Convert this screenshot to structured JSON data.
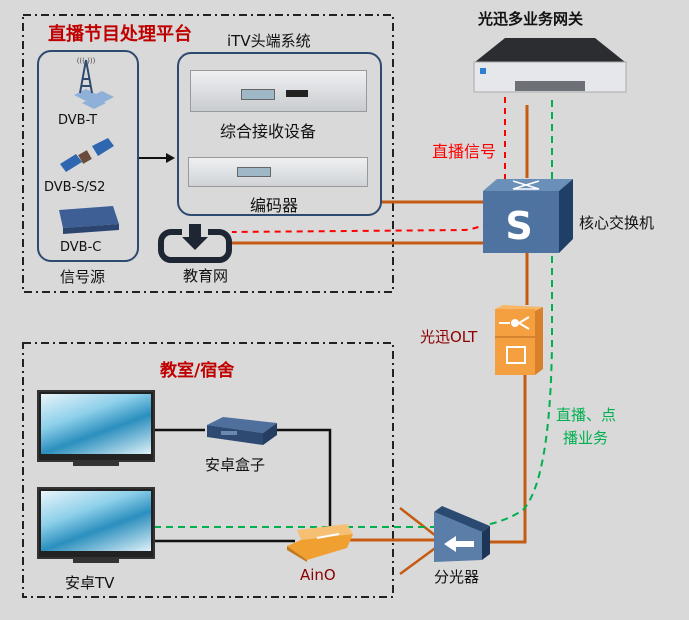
{
  "platform": {
    "title": "直播节目处理平台",
    "headend_title": "iTV头端系统",
    "sources": {
      "caption": "信号源",
      "items": [
        {
          "label": "DVB-T",
          "icon": "broadcast-tower-icon"
        },
        {
          "label": "DVB-S/S2",
          "icon": "satellite-icon"
        },
        {
          "label": "DVB-C",
          "icon": "cable-modem-icon"
        }
      ]
    },
    "receiver_label": "综合接收设备",
    "encoder_label": "编码器",
    "edu_net_label": "教育网"
  },
  "network": {
    "gateway_label": "光迅多业务网关",
    "live_signal_label": "直播信号",
    "core_switch_label": "核心交换机",
    "switch_glyph": "S",
    "olt_label": "光迅OLT",
    "service_label_line1": "直播、点",
    "service_label_line2": "播业务",
    "splitter_label": "分光器"
  },
  "classroom": {
    "title": "教室/宿舍",
    "stb_label": "安卓盒子",
    "tv_label": "安卓TV",
    "aino_label": "AinO"
  },
  "colors": {
    "background": "#d9d9d9",
    "title_red": "#c00000",
    "fiber_orange": "#c55a11",
    "live_signal_red": "#ff0000",
    "service_green": "#00b050",
    "device_blue": "#3d5f86",
    "olt_orange": "#f5a040",
    "olt_label": "#8b0000"
  }
}
